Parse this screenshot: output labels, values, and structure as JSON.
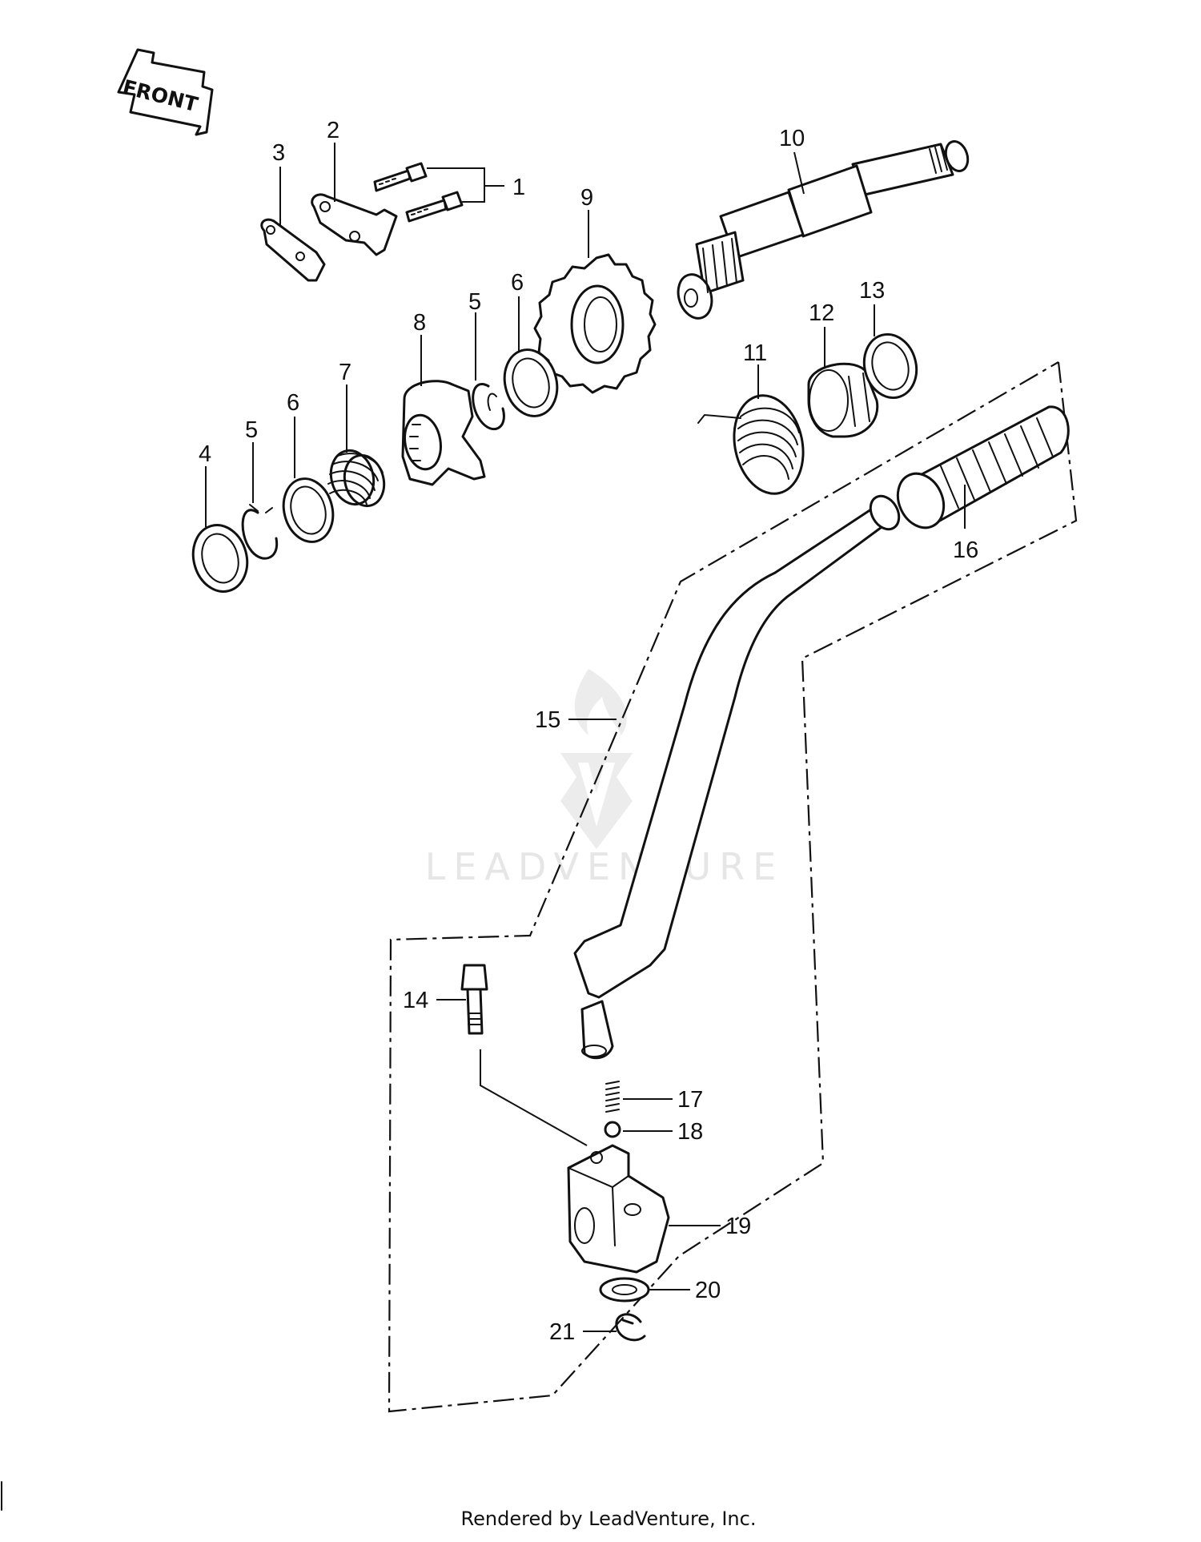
{
  "diagram": {
    "front_arrow_label": "FRONT",
    "callouts": [
      {
        "id": "1",
        "text": "1"
      },
      {
        "id": "2",
        "text": "2"
      },
      {
        "id": "3",
        "text": "3"
      },
      {
        "id": "4",
        "text": "4"
      },
      {
        "id": "5a",
        "text": "5"
      },
      {
        "id": "5b",
        "text": "5"
      },
      {
        "id": "6a",
        "text": "6"
      },
      {
        "id": "6b",
        "text": "6"
      },
      {
        "id": "7",
        "text": "7"
      },
      {
        "id": "8",
        "text": "8"
      },
      {
        "id": "9",
        "text": "9"
      },
      {
        "id": "10",
        "text": "10"
      },
      {
        "id": "11",
        "text": "11"
      },
      {
        "id": "12",
        "text": "12"
      },
      {
        "id": "13",
        "text": "13"
      },
      {
        "id": "14",
        "text": "14"
      },
      {
        "id": "15",
        "text": "15"
      },
      {
        "id": "16",
        "text": "16"
      },
      {
        "id": "17",
        "text": "17"
      },
      {
        "id": "18",
        "text": "18"
      },
      {
        "id": "19",
        "text": "19"
      },
      {
        "id": "20",
        "text": "20"
      },
      {
        "id": "21",
        "text": "21"
      }
    ]
  },
  "watermark": {
    "text": "LEADVENTURE"
  },
  "footer": {
    "text": "Rendered by LeadVenture, Inc."
  }
}
